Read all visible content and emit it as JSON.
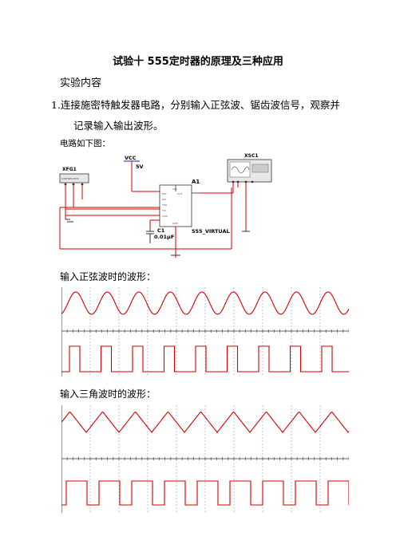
{
  "doc": {
    "title": "试验十 555定时器的原理及三种应用",
    "section": "实验内容",
    "item1_line1": "1.连接施密特触发器电路，分别输入正弦波、锯齿波信号，观察并",
    "item1_line2": "记录输入输出波形。",
    "circuit_label": "电路如下图："
  },
  "circuit": {
    "vcc": "VCC",
    "vcc_value": "5V",
    "generator": "XFG1",
    "scope": "XSC1",
    "chip": "A1",
    "chip_model": "555_VIRTUAL",
    "cap": "C1",
    "cap_value": "0.01μF",
    "pins_left": [
      "RST",
      "DIS",
      "THR",
      "TRI",
      "CON"
    ],
    "pin_vcc": "VCC",
    "pin_out": "OUT",
    "pin_gnd": "GND"
  },
  "waves": {
    "caption_sine": "输入正弦波时的波形：",
    "caption_tri": "输入三角波时的波形："
  }
}
